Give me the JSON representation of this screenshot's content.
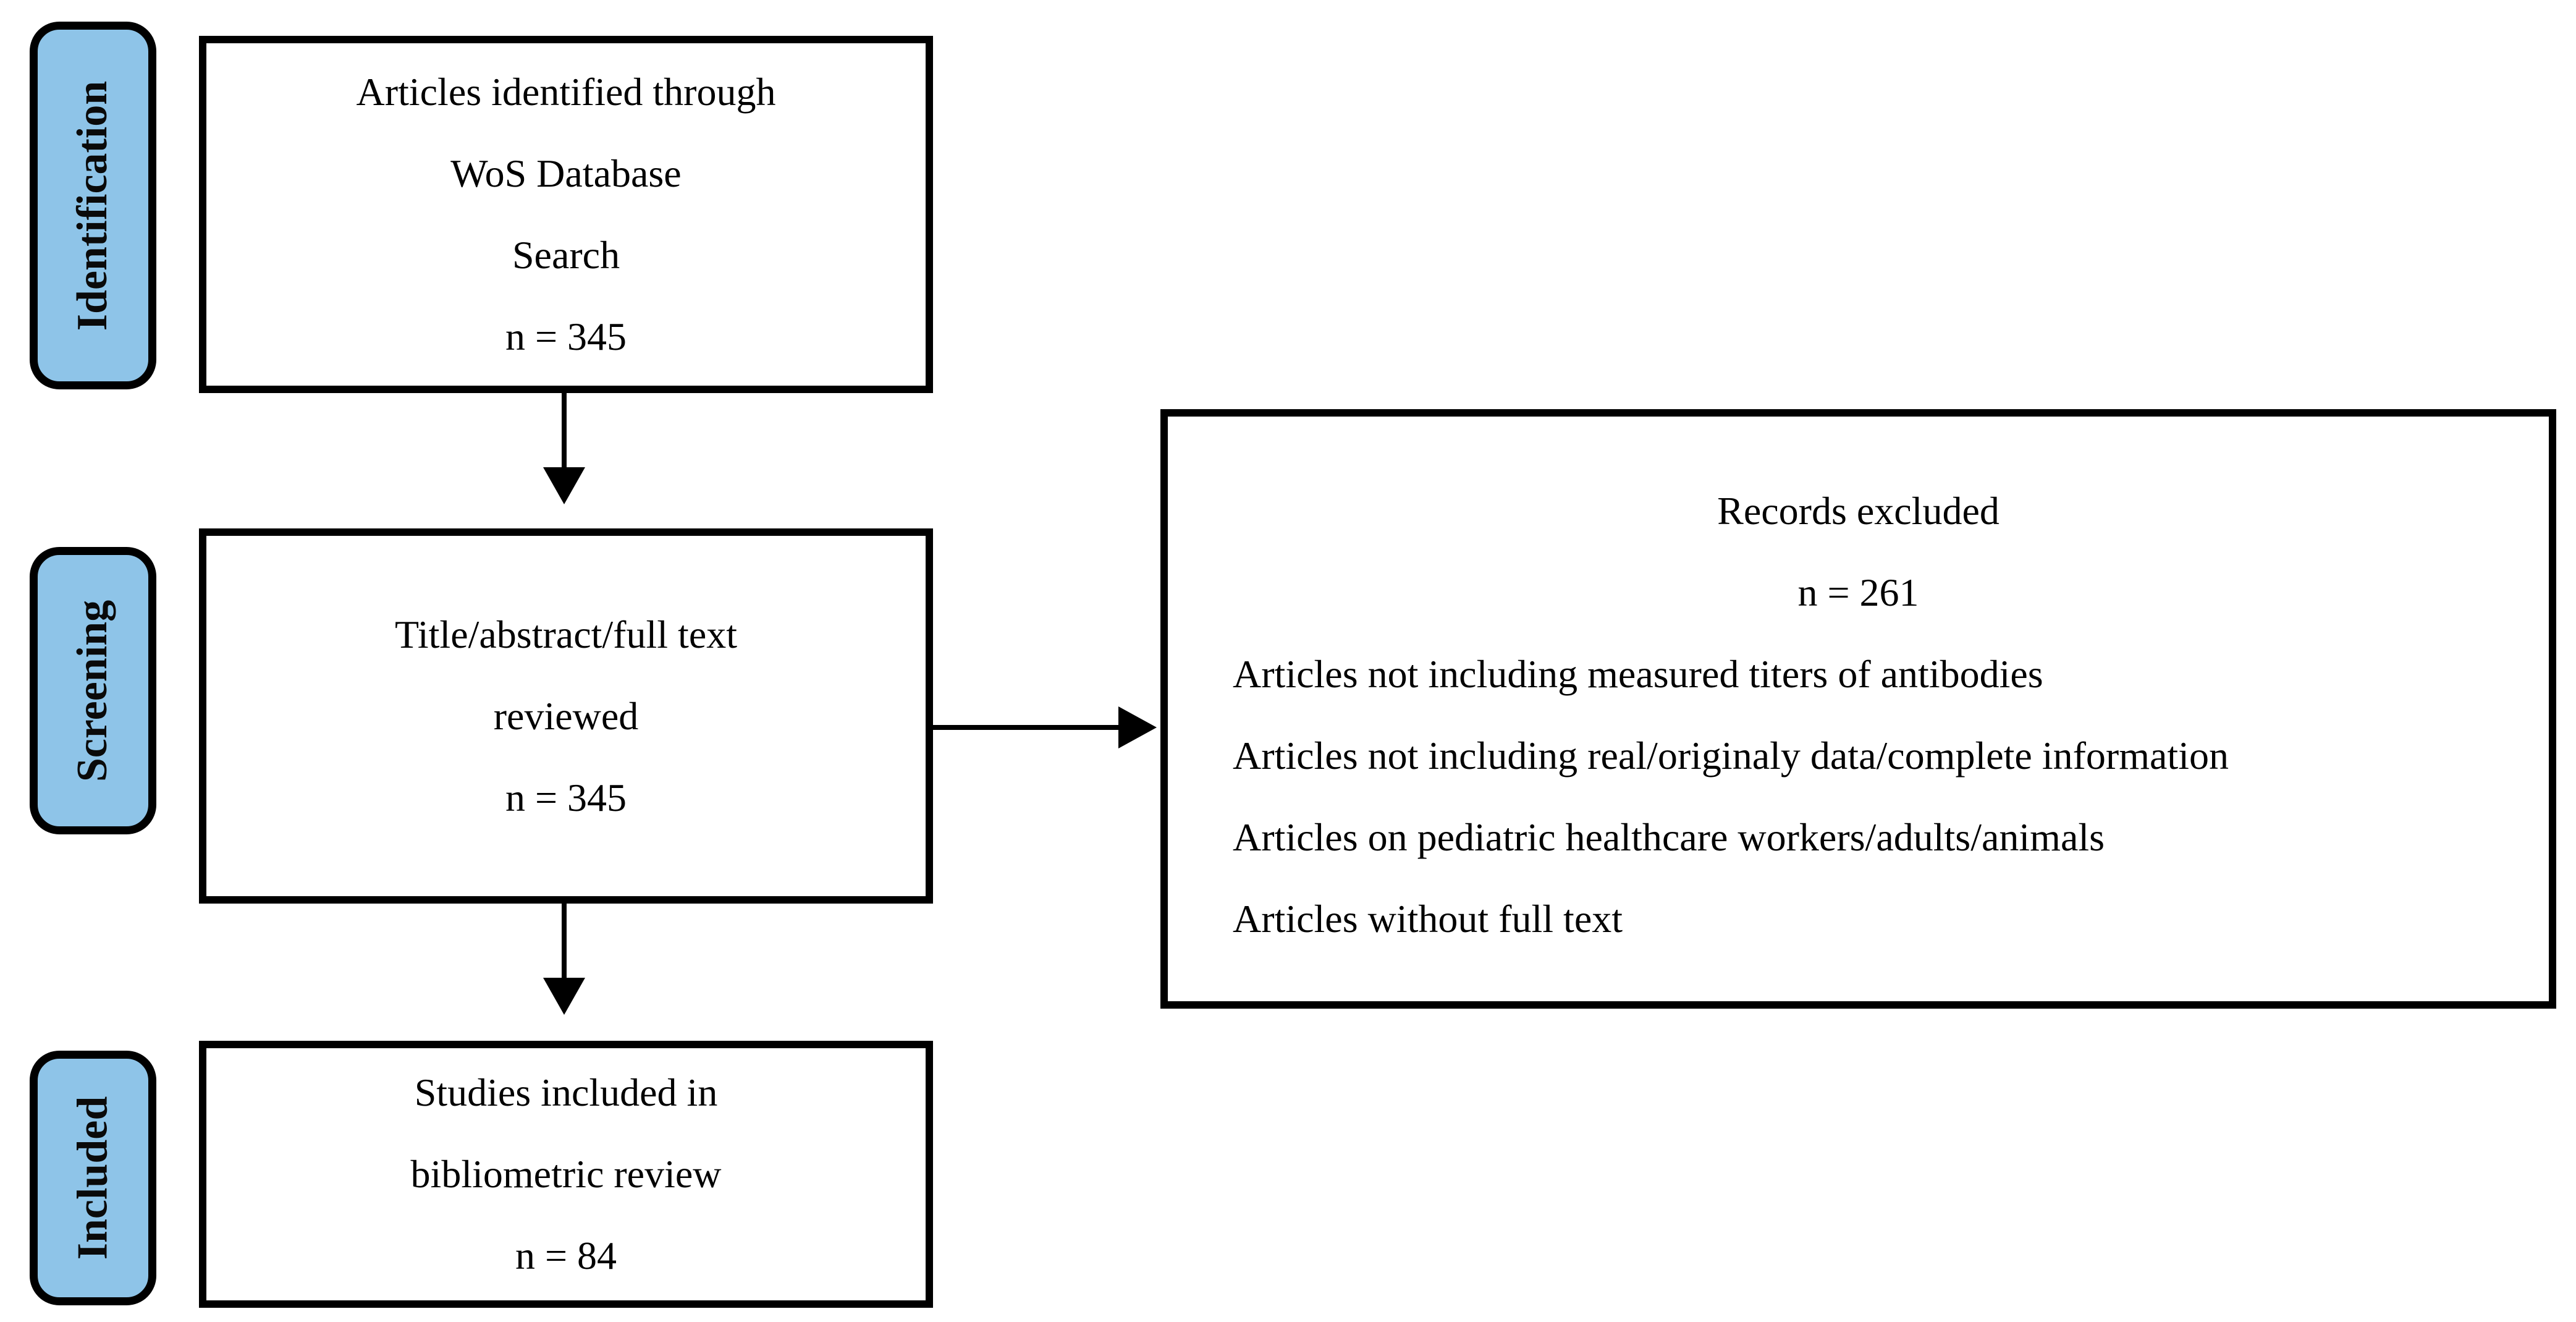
{
  "stages": [
    {
      "label": "Identification"
    },
    {
      "label": "Screening"
    },
    {
      "label": "Included"
    }
  ],
  "boxes": {
    "identified": {
      "lines": [
        "Articles identified through",
        "WoS Database",
        "Search",
        "n = 345"
      ]
    },
    "screened": {
      "lines": [
        "Title/abstract/full text",
        "reviewed",
        "n = 345"
      ]
    },
    "included": {
      "lines": [
        "Studies included in",
        "bibliometric review",
        "n = 84"
      ]
    },
    "excluded": {
      "title": "Records excluded",
      "count": "n = 261",
      "reasons": [
        "Articles not including measured titers of antibodies",
        "Articles not including real/originaly data/complete information",
        "Articles on pediatric healthcare workers/adults/animals",
        "Articles without full text"
      ]
    }
  },
  "colors": {
    "stage_fill": "#8EC4E8",
    "border": "#000000",
    "background": "#FFFFFF"
  }
}
